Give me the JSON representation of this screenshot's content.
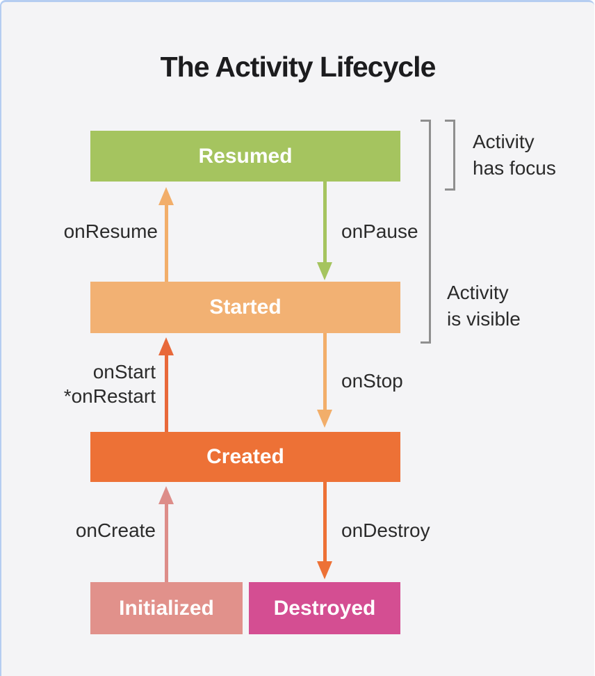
{
  "title": "The Activity Lifecycle",
  "states": {
    "resumed": {
      "label": "Resumed",
      "color": "#a5c45f"
    },
    "started": {
      "label": "Started",
      "color": "#f2b173"
    },
    "created": {
      "label": "Created",
      "color": "#ed7136"
    },
    "initialized": {
      "label": "Initialized",
      "color": "#e1918b"
    },
    "destroyed": {
      "label": "Destroyed",
      "color": "#d44e92"
    }
  },
  "transitions": {
    "onResume": {
      "label": "onResume",
      "direction": "up",
      "color": "#f2ae6a"
    },
    "onPause": {
      "label": "onPause",
      "direction": "down",
      "color": "#a5c45f"
    },
    "onStart": {
      "label": "onStart",
      "label2": "*onRestart",
      "direction": "up",
      "color": "#e8693b"
    },
    "onStop": {
      "label": "onStop",
      "direction": "down",
      "color": "#f2ae6a"
    },
    "onCreate": {
      "label": "onCreate",
      "direction": "up",
      "color": "#dd8d89"
    },
    "onDestroy": {
      "label": "onDestroy",
      "direction": "down",
      "color": "#ed7136"
    }
  },
  "annotations": {
    "has_focus": {
      "line1": "Activity",
      "line2": "has focus"
    },
    "is_visible": {
      "line1": "Activity",
      "line2": "is visible"
    },
    "bracket_color": "#8f8f8f"
  },
  "colors": {
    "background": "#f4f4f6",
    "top_border": "#b5cdf1",
    "text": "#2b2b2b",
    "title_text": "#1c1c1e",
    "box_text": "#ffffff"
  }
}
